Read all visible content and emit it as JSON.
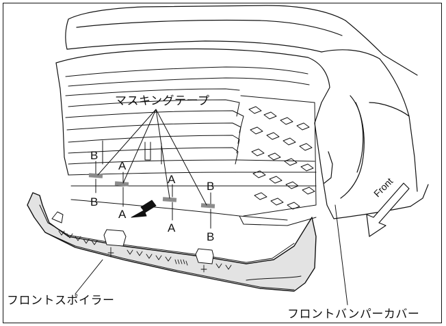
{
  "labels": {
    "masking_tape": "マスキングテープ",
    "front_spoiler": "フロントスポイラー",
    "front_bumper_cover": "フロントバンパーカバー",
    "front": "Front"
  },
  "markers": {
    "b_top_left": "B",
    "a_top_1": "A",
    "a_top_2": "A",
    "b_top_right": "B",
    "b_bottom_left": "B",
    "a_bottom_1": "A",
    "a_bottom_2": "A",
    "b_bottom_right": "B"
  },
  "colors": {
    "line": "#111111",
    "tape": "#8c8c8c",
    "spoiler_fill": "#e3e3e3"
  }
}
